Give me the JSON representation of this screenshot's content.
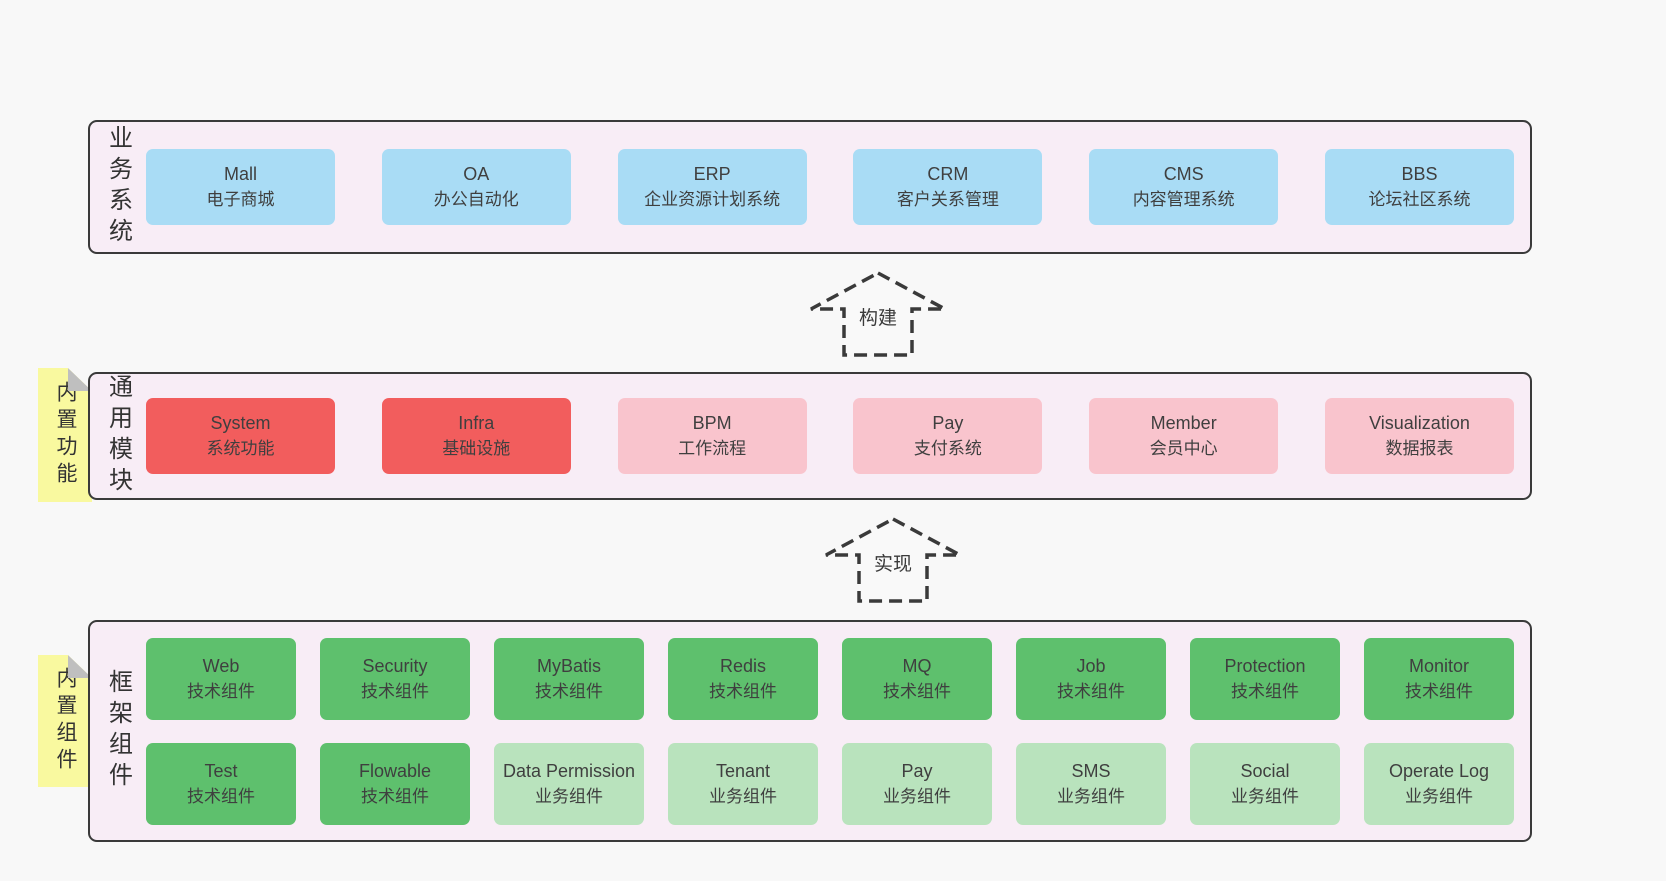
{
  "colors": {
    "page_bg": "#f8f8f8",
    "layer_bg": "#f8edf6",
    "layer_border": "#3a3a3a",
    "box_blue": "#a9dcf5",
    "box_red": "#f25d5d",
    "box_pink": "#f9c4cd",
    "box_green": "#5ec06d",
    "box_light_green": "#b9e3bd",
    "sticky_yellow": "#f9f99f",
    "sticky_fold_gray": "#bfbfbf",
    "text": "#3f3f3f"
  },
  "arrows": {
    "build": "构建",
    "implement": "实现"
  },
  "layers": {
    "business": {
      "label": "业务系统",
      "boxes": [
        {
          "name": "Mall",
          "desc": "电子商城",
          "variant": "blue"
        },
        {
          "name": "OA",
          "desc": "办公自动化",
          "variant": "blue"
        },
        {
          "name": "ERP",
          "desc": "企业资源计划系统",
          "variant": "blue"
        },
        {
          "name": "CRM",
          "desc": "客户关系管理",
          "variant": "blue"
        },
        {
          "name": "CMS",
          "desc": "内容管理系统",
          "variant": "blue"
        },
        {
          "name": "BBS",
          "desc": "论坛社区系统",
          "variant": "blue"
        }
      ]
    },
    "modules": {
      "label": "通用模块",
      "sticky": "内置功能",
      "boxes": [
        {
          "name": "System",
          "desc": "系统功能",
          "variant": "red"
        },
        {
          "name": "Infra",
          "desc": "基础设施",
          "variant": "red"
        },
        {
          "name": "BPM",
          "desc": "工作流程",
          "variant": "pink"
        },
        {
          "name": "Pay",
          "desc": "支付系统",
          "variant": "pink"
        },
        {
          "name": "Member",
          "desc": "会员中心",
          "variant": "pink"
        },
        {
          "name": "Visualization",
          "desc": "数据报表",
          "variant": "pink"
        }
      ]
    },
    "components": {
      "label": "框架组件",
      "sticky": "内置组件",
      "rows": [
        [
          {
            "name": "Web",
            "desc": "技术组件",
            "variant": "green"
          },
          {
            "name": "Security",
            "desc": "技术组件",
            "variant": "green"
          },
          {
            "name": "MyBatis",
            "desc": "技术组件",
            "variant": "green"
          },
          {
            "name": "Redis",
            "desc": "技术组件",
            "variant": "green"
          },
          {
            "name": "MQ",
            "desc": "技术组件",
            "variant": "green"
          },
          {
            "name": "Job",
            "desc": "技术组件",
            "variant": "green"
          },
          {
            "name": "Protection",
            "desc": "技术组件",
            "variant": "green"
          },
          {
            "name": "Monitor",
            "desc": "技术组件",
            "variant": "green"
          }
        ],
        [
          {
            "name": "Test",
            "desc": "技术组件",
            "variant": "green"
          },
          {
            "name": "Flowable",
            "desc": "技术组件",
            "variant": "green"
          },
          {
            "name": "Data Permission",
            "desc": "业务组件",
            "variant": "lightgreen"
          },
          {
            "name": "Tenant",
            "desc": "业务组件",
            "variant": "lightgreen"
          },
          {
            "name": "Pay",
            "desc": "业务组件",
            "variant": "lightgreen"
          },
          {
            "name": "SMS",
            "desc": "业务组件",
            "variant": "lightgreen"
          },
          {
            "name": "Social",
            "desc": "业务组件",
            "variant": "lightgreen"
          },
          {
            "name": "Operate Log",
            "desc": "业务组件",
            "variant": "lightgreen"
          }
        ]
      ]
    }
  }
}
